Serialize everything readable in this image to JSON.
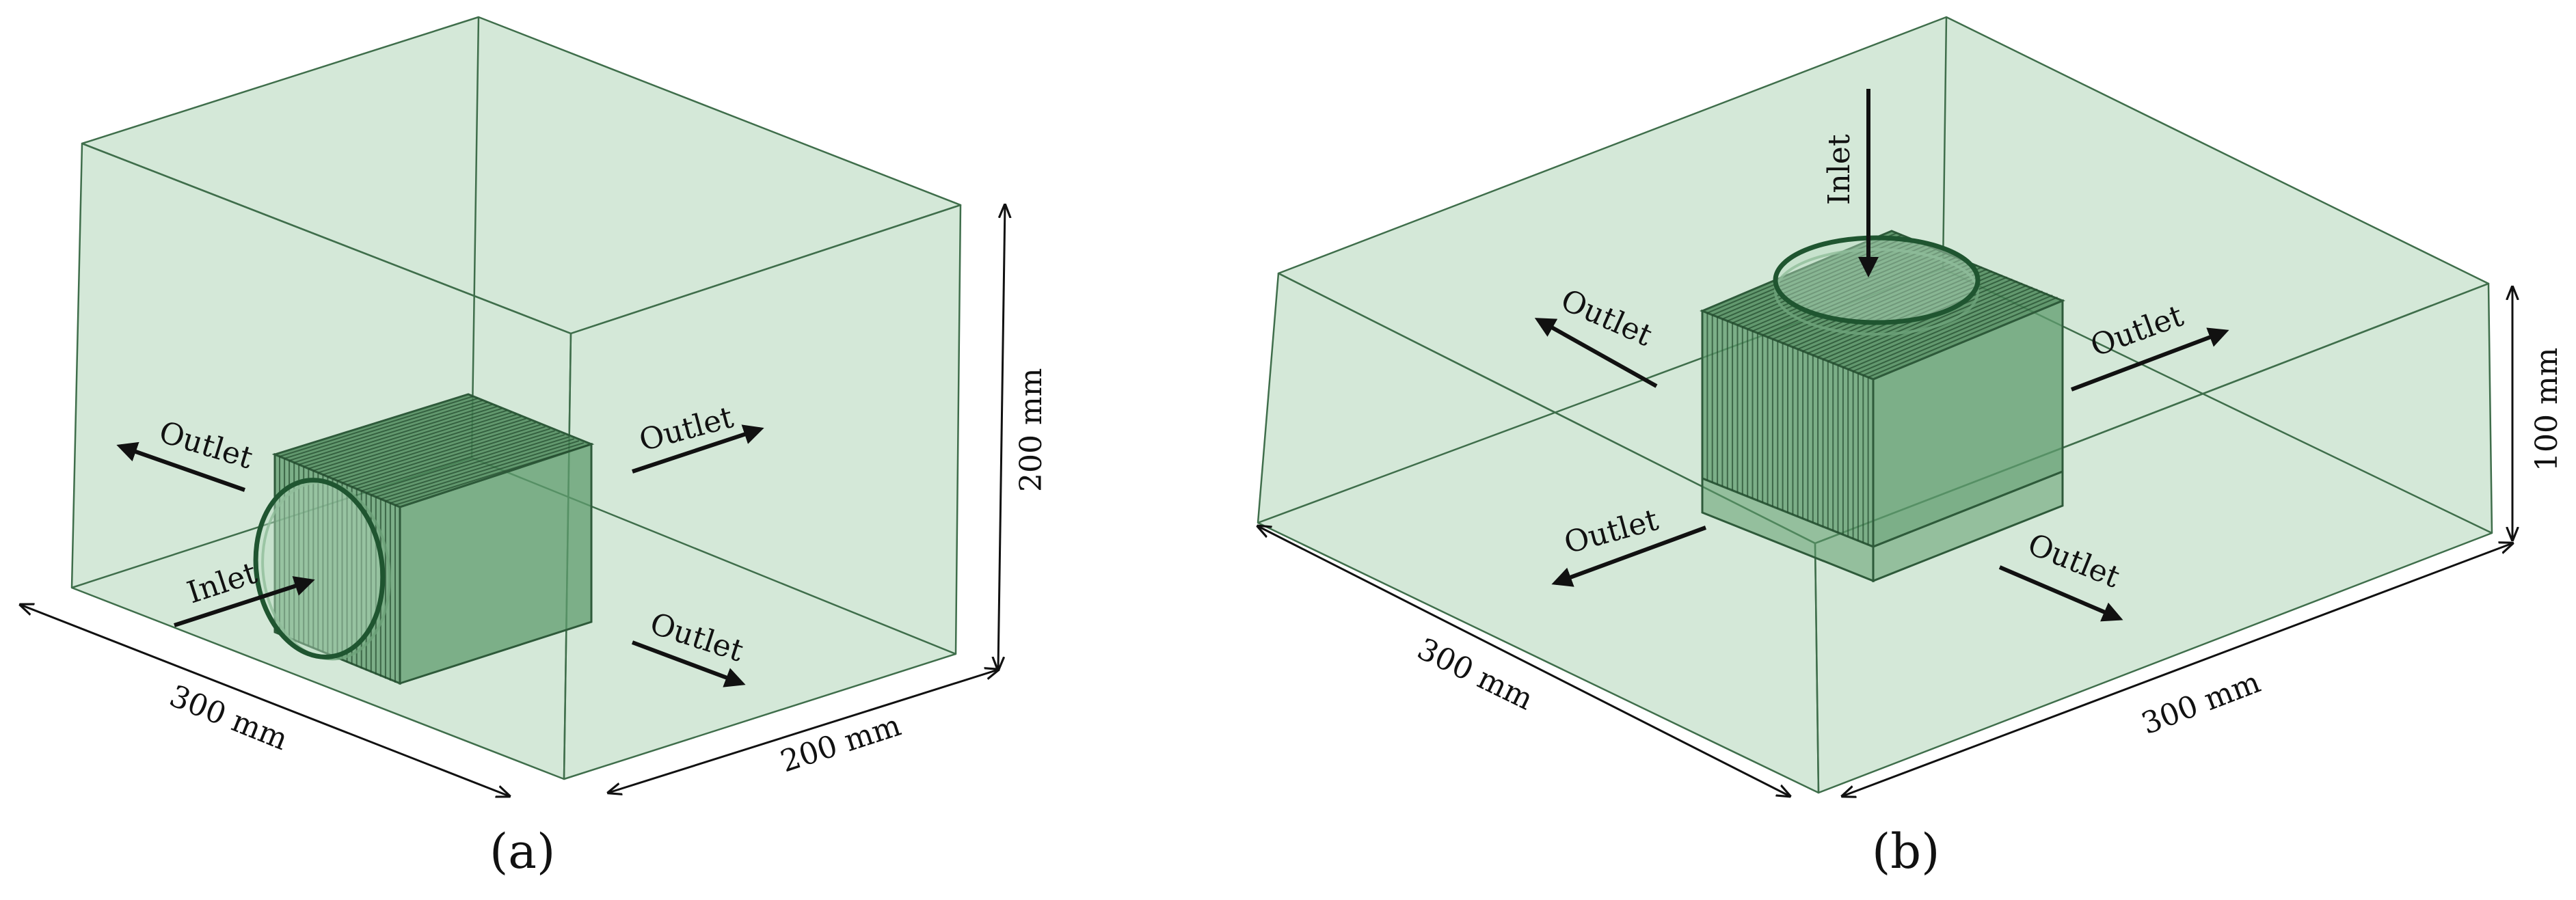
{
  "panels": [
    {
      "caption": "(a)",
      "labels": {
        "inlet": "Inlet",
        "outlet_left": "Outlet",
        "outlet_right": "Outlet",
        "outlet_front": "Outlet"
      },
      "dimensions": {
        "width": "300 mm",
        "depth": "200 mm",
        "height": "200 mm"
      }
    },
    {
      "caption": "(b)",
      "labels": {
        "inlet": "Inlet",
        "outlet_left_back": "Outlet",
        "outlet_right_back": "Outlet",
        "outlet_left_front": "Outlet",
        "outlet_right_front": "Outlet"
      },
      "dimensions": {
        "width": "300 mm",
        "depth": "300 mm",
        "height": "100 mm"
      }
    }
  ],
  "colors": {
    "domain_fill": "#9fcca8",
    "domain_edge": "#3f6e4b",
    "heat_sink": "#5f9c6d",
    "ring": "#1f5530",
    "arrow": "#111111"
  }
}
